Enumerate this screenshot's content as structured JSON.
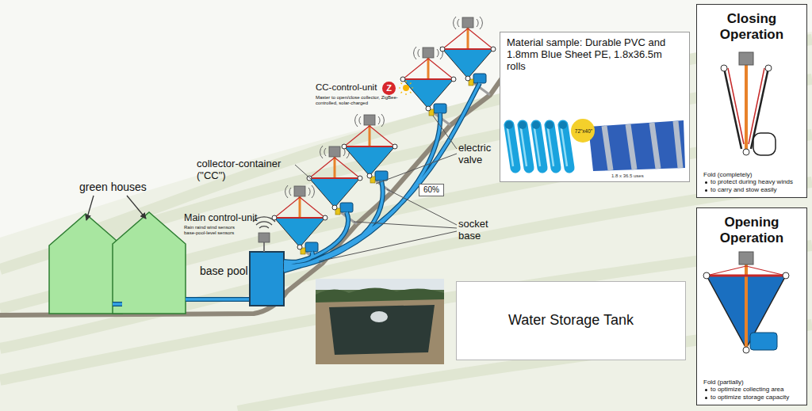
{
  "diagram": {
    "nodes": [
      {
        "text": [
          "Z"
        ]
      },
      {
        "text": [
          "Material sample: Durable PVC and 1.8mm Blue Sheet PE, 1.8x36.5m rolls",
          "72\"x40\"",
          "1.8 x 36.5 uses"
        ]
      },
      {
        "text": [
          "Closing Operation",
          "Fold (completely)",
          "to protect during heavy winds",
          "to carry and stow easily"
        ]
      },
      {
        "text": [
          "60%"
        ]
      },
      {
        "text": [
          "Opening Operation",
          "Fold (partially)",
          "to optimize collecting area",
          "to optimize storage capacity"
        ]
      },
      {
        "text": [
          "Water Storage Tank"
        ]
      }
    ],
    "labels": [
      "CC-control-unit",
      "Master to open/close collector, ZigBee-controlled, solar-charged",
      "collector-container (\"CC\")",
      "electric valve",
      "socket base",
      "Main control-unit",
      "Rain raind wind sensors base-pool-level sensors",
      "base pool",
      "green houses"
    ]
  }
}
